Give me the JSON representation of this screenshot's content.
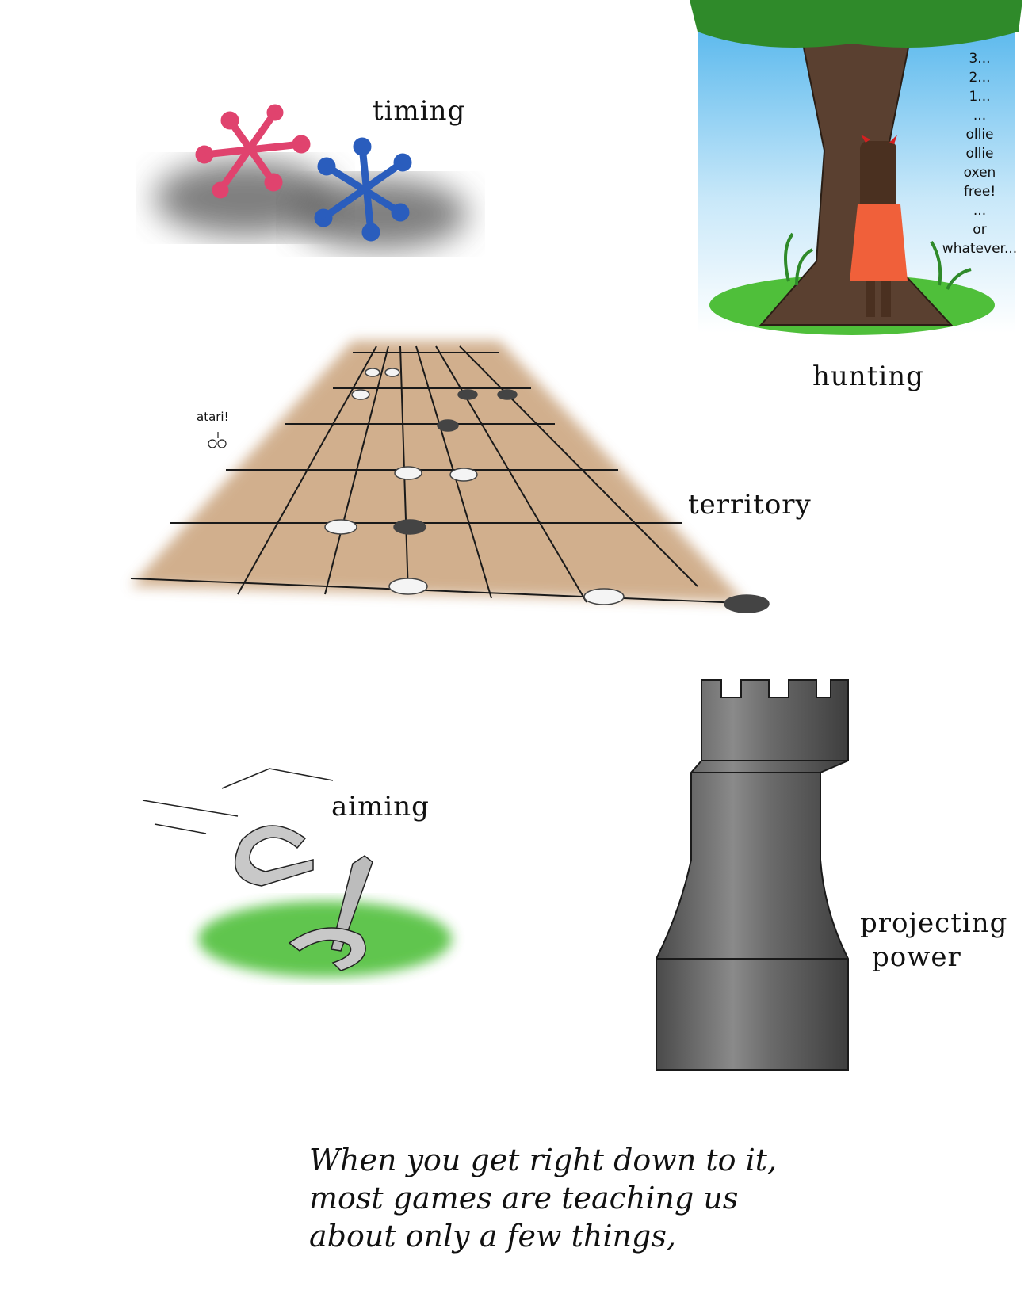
{
  "labels": {
    "timing": "timing",
    "hunting": "hunting",
    "territory": "territory",
    "aiming": "aiming",
    "projecting": "projecting",
    "power": "power"
  },
  "countdown": [
    "3...",
    "2...",
    "1...",
    "...",
    "ollie",
    "ollie",
    "oxen",
    "free!",
    "...",
    "or",
    "whatever..."
  ],
  "atari_exclaim": "atari!",
  "caption": [
    "When you get right down to it,",
    "most games are teaching us",
    "about only a few things,"
  ],
  "colors": {
    "pink_jack": "#e0436e",
    "blue_jack": "#2a5dbd",
    "board": "#c9a27a",
    "grass": "#4fbf3a",
    "leaves": "#2f8a2a",
    "trunk": "#5a4030",
    "dress": "#f0603a",
    "rook": "#5f5f5f",
    "sky": "#2aa4e8"
  },
  "icons": [
    "jacks-icon",
    "tree-icon",
    "go-board-icon",
    "horseshoe-icon",
    "rook-icon"
  ]
}
